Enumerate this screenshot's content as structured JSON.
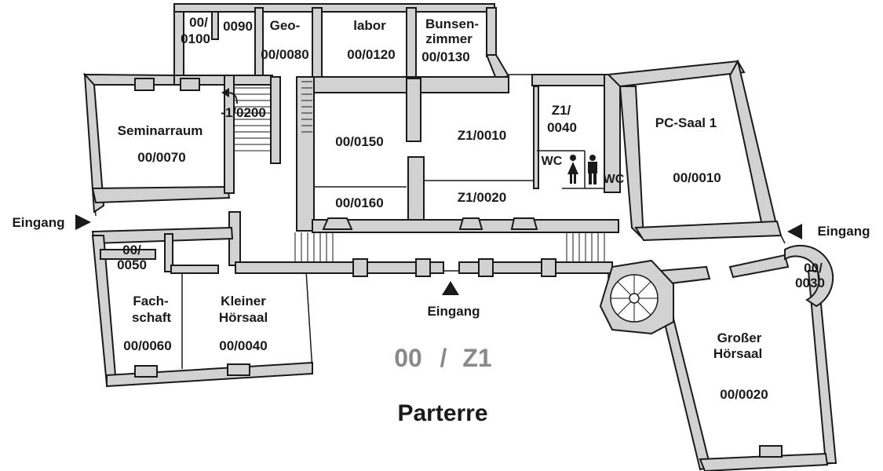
{
  "floor": {
    "code": "00",
    "separator": "/",
    "code_alt": "Z1",
    "name": "Parterre"
  },
  "rooms": {
    "r0100_a": "00/",
    "r0100_b": "0100",
    "r0090": "0090",
    "geo_name": "Geo-",
    "r0080": "00/0080",
    "labor_name": "labor",
    "r0120": "00/0120",
    "bunsen_a": "Bunsen-",
    "bunsen_b": "zimmer",
    "r0130": "00/0130",
    "stair_room": "-1/0200",
    "seminar_name": "Seminarraum",
    "r0070": "00/0070",
    "r0150": "00/0150",
    "r0160": "00/0160",
    "z1_0010": "Z1/0010",
    "z1_0020": "Z1/0020",
    "z1_0040_a": "Z1/",
    "z1_0040_b": "0040",
    "wc_left": "WC",
    "wc_right": "WC",
    "pc_name": "PC-Saal 1",
    "r0010": "00/0010",
    "r0050_a": "00/",
    "r0050_b": "0050",
    "fach_a": "Fach-",
    "fach_b": "schaft",
    "r0060": "00/0060",
    "kleiner_a": "Kleiner",
    "kleiner_b": "Hörsaal",
    "r0040": "00/0040",
    "r0030_a": "00/",
    "r0030_b": "0030",
    "grosser_a": "Großer",
    "grosser_b": "Hörsaal",
    "r0020": "00/0020"
  },
  "entrances": {
    "west": "Eingang",
    "south": "Eingang",
    "east": "Eingang"
  },
  "icons": [
    "triangle-arrow",
    "woman-icon",
    "man-icon",
    "turn-arrow-icon"
  ],
  "colors": {
    "wall_fill": "#d2d2d2",
    "line": "#1a1a1a",
    "floor_code": "#8a8a8a"
  }
}
